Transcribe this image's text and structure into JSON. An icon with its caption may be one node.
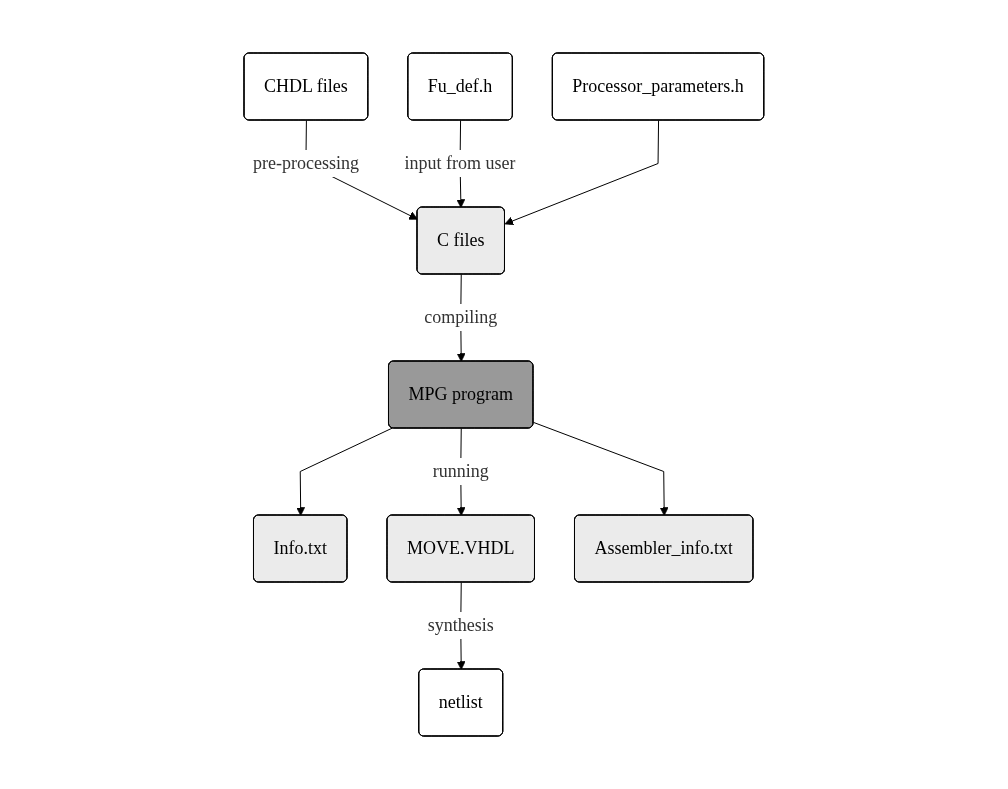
{
  "diagram": {
    "nodes": [
      {
        "text": [
          "CHDL files"
        ]
      },
      {
        "text": [
          "Fu_def.h"
        ]
      },
      {
        "text": [
          "Processor_parameters.h"
        ]
      },
      {
        "text": [
          "C files"
        ]
      },
      {
        "text": [
          "MPG program"
        ]
      },
      {
        "text": [
          "Info.txt"
        ]
      },
      {
        "text": [
          "MOVE.VHDL"
        ]
      },
      {
        "text": [
          "Assembler_info.txt"
        ]
      },
      {
        "text": [
          "netlist"
        ]
      }
    ],
    "edges": [
      {
        "from": 0,
        "to": 3,
        "arrow": "to",
        "label": "pre-processing"
      },
      {
        "from": 1,
        "to": 3,
        "arrow": "to",
        "label": "input from user"
      },
      {
        "from": 2,
        "to": 3,
        "arrow": "to"
      },
      {
        "from": 3,
        "to": 4,
        "arrow": "to",
        "label": "compiling"
      },
      {
        "from": 4,
        "to": 5,
        "arrow": "to"
      },
      {
        "from": 4,
        "to": 6,
        "arrow": "to",
        "label": "running"
      },
      {
        "from": 4,
        "to": 7,
        "arrow": "to"
      },
      {
        "from": 6,
        "to": 8,
        "arrow": "to",
        "label": "synthesis"
      }
    ]
  }
}
